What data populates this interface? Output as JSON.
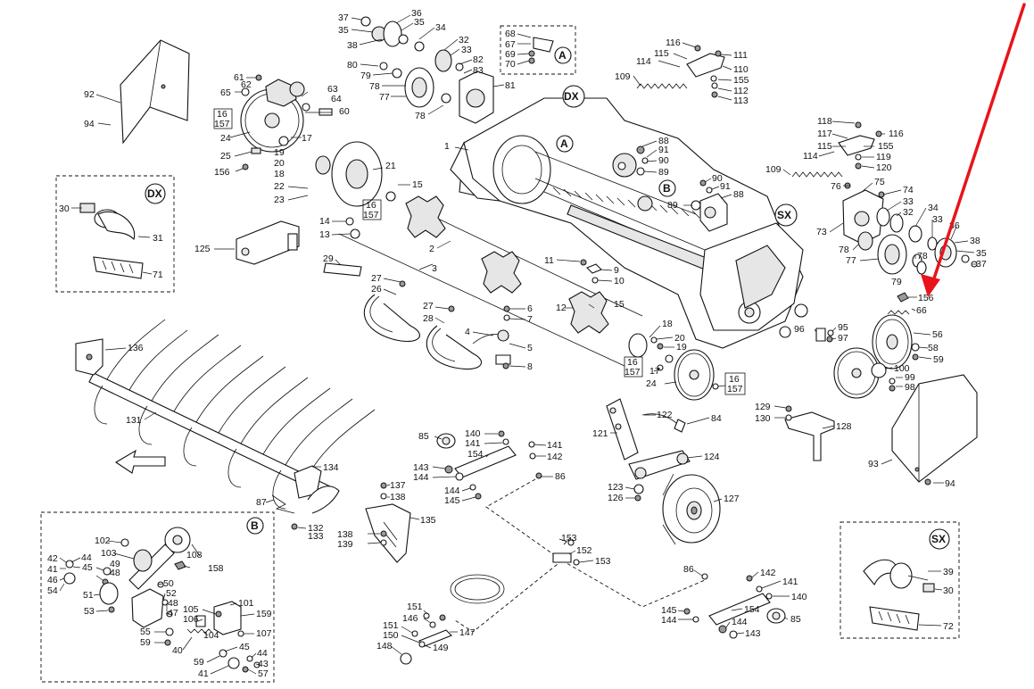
{
  "views": {
    "dx": "DX",
    "sx": "SX",
    "a": "A",
    "b": "B"
  },
  "callouts": {
    "c1": "1",
    "c2": "2",
    "c3": "3",
    "c4": "4",
    "c5": "5",
    "c6": "6",
    "c7": "7",
    "c8": "8",
    "c9": "9",
    "c10": "10",
    "c11": "11",
    "c12": "12",
    "c13": "13",
    "c14": "14",
    "c15": "15",
    "c16": "16",
    "c17": "17",
    "c18": "18",
    "c19": "19",
    "c20": "20",
    "c21": "21",
    "c22": "22",
    "c23": "23",
    "c24": "24",
    "c25": "25",
    "c26": "26",
    "c27": "27",
    "c28": "28",
    "c29": "29",
    "c30": "30",
    "c31": "31",
    "c32": "32",
    "c33": "33",
    "c34": "34",
    "c35": "35",
    "c36": "36",
    "c37": "37",
    "c38": "38",
    "c39": "39",
    "c40": "40",
    "c41": "41",
    "c42": "42",
    "c43": "43",
    "c44": "44",
    "c45": "45",
    "c46": "46",
    "c47": "47",
    "c48": "48",
    "c49": "49",
    "c50": "50",
    "c51": "51",
    "c52": "52",
    "c53": "53",
    "c54": "54",
    "c55": "55",
    "c56": "56",
    "c57": "57",
    "c58": "58",
    "c59": "59",
    "c60": "60",
    "c61": "61",
    "c62": "62",
    "c63": "63",
    "c64": "64",
    "c65": "65",
    "c66": "66",
    "c67": "67",
    "c68": "68",
    "c69": "69",
    "c70": "70",
    "c71": "71",
    "c72": "72",
    "c73": "73",
    "c74": "74",
    "c75": "75",
    "c76": "76",
    "c77": "77",
    "c78": "78",
    "c79": "79",
    "c80": "80",
    "c81": "81",
    "c82": "82",
    "c83": "83",
    "c84": "84",
    "c85": "85",
    "c86": "86",
    "c87": "87",
    "c88": "88",
    "c89": "89",
    "c90": "90",
    "c91": "91",
    "c92": "92",
    "c93": "93",
    "c94": "94",
    "c95": "95",
    "c96": "96",
    "c97": "97",
    "c98": "98",
    "c99": "99",
    "c100": "100",
    "c101": "101",
    "c102": "102",
    "c103": "103",
    "c104": "104",
    "c105": "105",
    "c106": "106",
    "c107": "107",
    "c108": "108",
    "c109": "109",
    "c110": "110",
    "c111": "111",
    "c112": "112",
    "c113": "113",
    "c114": "114",
    "c115": "115",
    "c116": "116",
    "c117": "117",
    "c118": "118",
    "c119": "119",
    "c120": "120",
    "c121": "121",
    "c122": "122",
    "c123": "123",
    "c124": "124",
    "c125": "125",
    "c126": "126",
    "c127": "127",
    "c128": "128",
    "c129": "129",
    "c130": "130",
    "c131": "131",
    "c132": "132",
    "c133": "133",
    "c134": "134",
    "c135": "135",
    "c136": "136",
    "c137": "137",
    "c138": "138",
    "c139": "139",
    "c140": "140",
    "c141": "141",
    "c142": "142",
    "c143": "143",
    "c144": "144",
    "c145": "145",
    "c146": "146",
    "c147": "147",
    "c148": "148",
    "c149": "149",
    "c150": "150",
    "c151": "151",
    "c152": "152",
    "c153": "153",
    "c154": "154",
    "c155": "155",
    "c156": "156",
    "c157": "157",
    "c158": "158",
    "c159": "159"
  },
  "highlight": {
    "arrow_color": "#e8141b",
    "target_callout": "156"
  }
}
